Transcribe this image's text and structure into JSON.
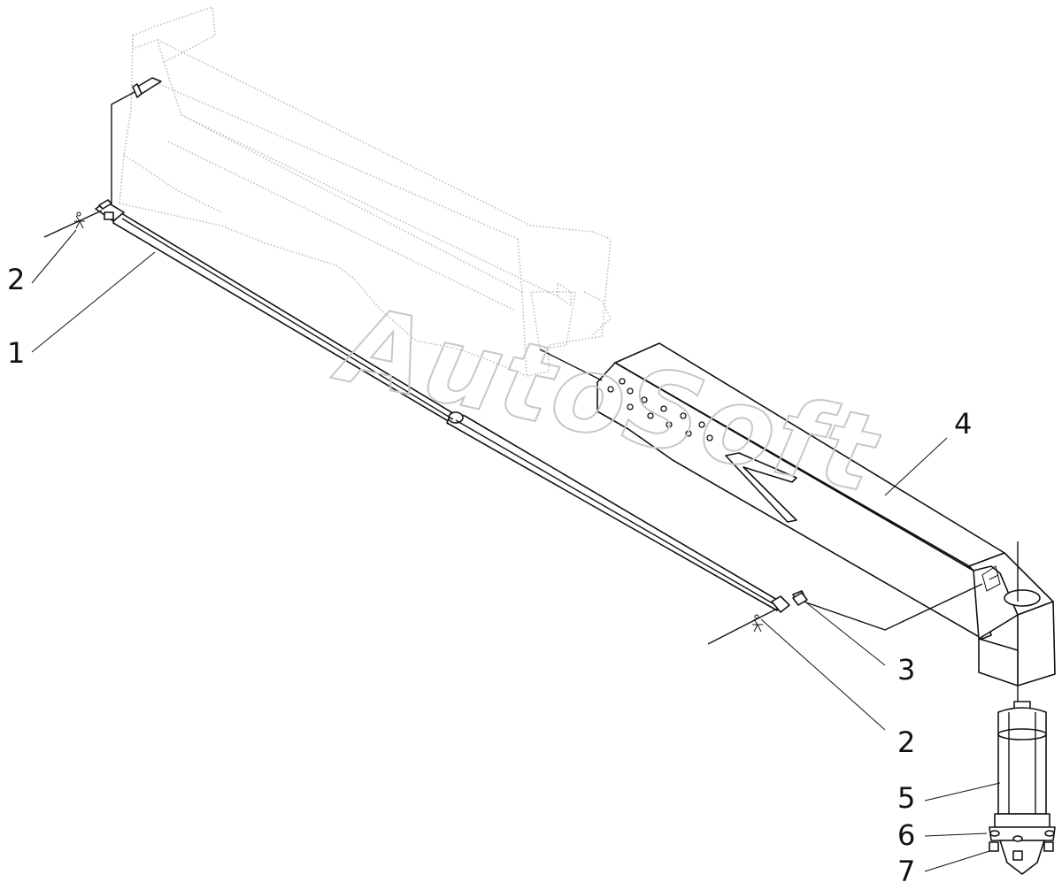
{
  "watermark": "AutoSoft",
  "callouts": {
    "rod_left": "1",
    "pin_left": "2",
    "pin_right": "2",
    "bolt": "3",
    "beam": "4",
    "cylinder": "5",
    "washer": "6",
    "nut": "7"
  },
  "colors": {
    "line": "#111111",
    "ghost": "#bdbdbd",
    "watermark": "#c8c8c8",
    "background": "#ffffff"
  }
}
